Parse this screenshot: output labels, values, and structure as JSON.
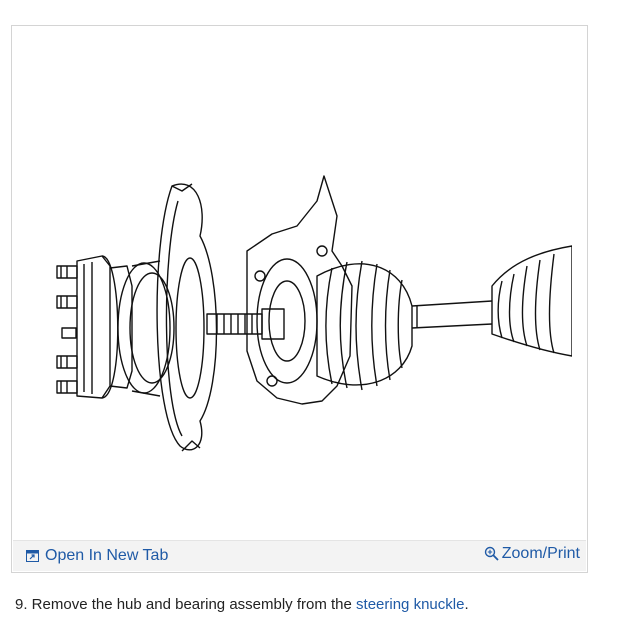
{
  "figure": {
    "illustration_icon": "hub-bearing-removal-diagram",
    "open_tab_label": "Open In New Tab",
    "open_tab_icon": "open-new-tab-icon",
    "zoom_label": "Zoom/Print",
    "zoom_icon": "magnifier-plus-icon"
  },
  "step": {
    "text": "9. Remove the hub and bearing assembly from the ",
    "link_text": "steering knuckle",
    "end": "."
  },
  "colors": {
    "link": "#1f5aa6",
    "frame_border": "#d4d4d4",
    "action_bar": "#f3f3f3"
  }
}
